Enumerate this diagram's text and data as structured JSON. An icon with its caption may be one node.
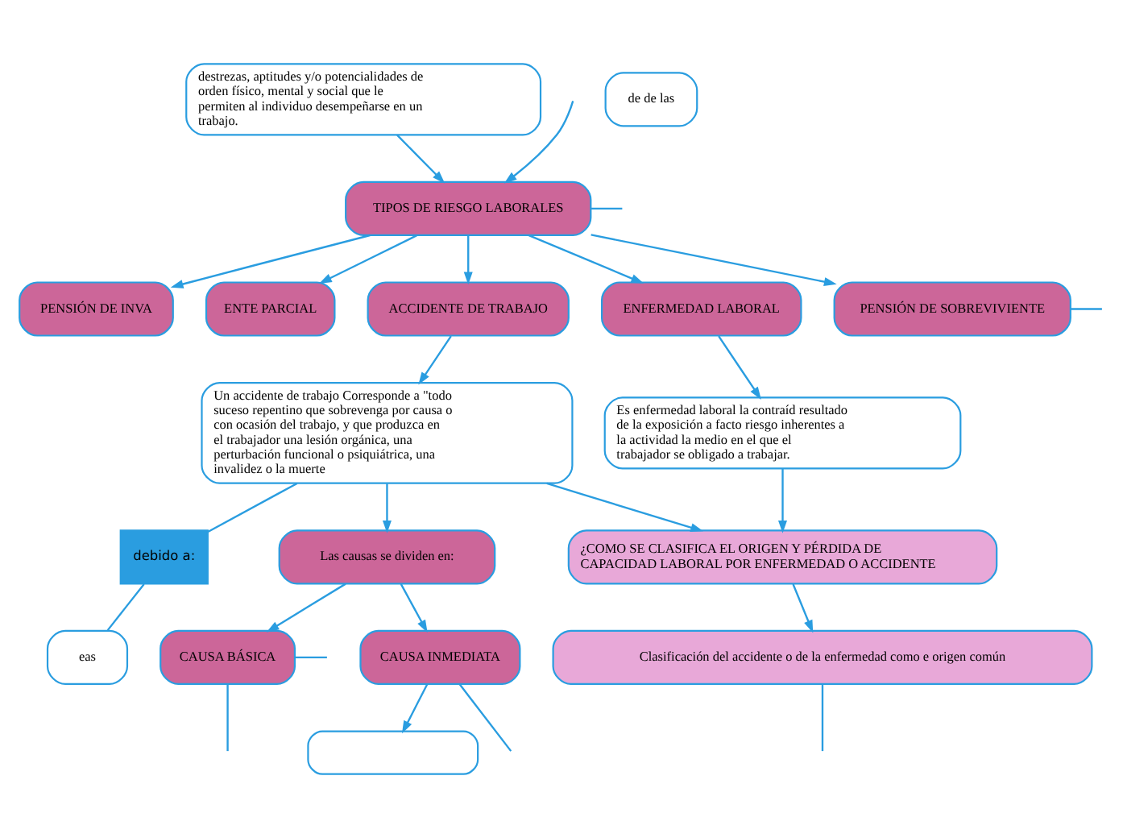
{
  "diagram": {
    "nodes": [
      {
        "text": [
          "destrezas, aptitudes y/o potencialidades de orden físico, mental y social que le permiten al individuo desempeñarse en un trabajo."
        ]
      },
      {
        "text": [
          "TIPOS DE RIESGO LABORALES"
        ]
      },
      {
        "text": [
          "PENSIÓN DE INVA"
        ]
      },
      {
        "text": [
          "ENTE PARCIAL"
        ]
      },
      {
        "text": [
          "ACCIDENTE DE TRABAJO"
        ]
      },
      {
        "text": [
          "ENFERMEDAD LABORAL"
        ]
      },
      {
        "text": [
          "PENSIÓN DE SOBREVIVIENTE"
        ]
      },
      {
        "text": [
          "de de las"
        ]
      },
      {
        "text": [
          "Un accidente de trabajo Corresponde a \"todo suceso repentino que sobrevenga por causa o con ocasión del trabajo, y que produzca en el trabajador una lesión orgánica, una perturbación funcional o psiquiátrica, una invalidez o la muerte"
        ]
      },
      {
        "text": [
          "Es enfermedad laboral la contraíd resultado de la exposición a facto riesgo inherentes a la actividad la medio en el que el trabajador se obligado a trabajar."
        ]
      },
      {
        "text": [
          "debido a:"
        ]
      },
      {
        "text": [
          "eas"
        ]
      },
      {
        "text": [
          "Las causas se dividen en:"
        ]
      },
      {
        "text": [
          "¿COMO SE CLASIFICA EL ORIGEN Y PÉRDIDA DE CAPACIDAD LABORAL POR ENFERMEDAD O ACCIDENTE"
        ]
      },
      {
        "text": [
          "CAUSA BÁSICA"
        ]
      },
      {
        "text": [
          "CAUSA INMEDIATA"
        ]
      },
      {
        "text": [
          "Clasificación del accidente o de la enfermedad como e origen común"
        ]
      },
      {
        "text": [],
        "shape": "box"
      }
    ],
    "edges": [
      {
        "from": null,
        "to": 1,
        "arrow": "to"
      },
      {
        "from": 0,
        "to": 1,
        "arrow": "to"
      },
      {
        "from": 1,
        "to": null,
        "arrow": "none"
      },
      {
        "from": 1,
        "to": 2,
        "arrow": "to"
      },
      {
        "from": 1,
        "to": 3,
        "arrow": "to"
      },
      {
        "from": 1,
        "to": 4,
        "arrow": "to"
      },
      {
        "from": 1,
        "to": 5,
        "arrow": "to"
      },
      {
        "from": 1,
        "to": 6,
        "arrow": "to"
      },
      {
        "from": 6,
        "to": null,
        "arrow": "none"
      },
      {
        "from": 4,
        "to": 8,
        "arrow": "to"
      },
      {
        "from": 5,
        "to": 9,
        "arrow": "to"
      },
      {
        "from": 8,
        "to": 10,
        "arrow": "none"
      },
      {
        "from": 10,
        "to": 11,
        "arrow": "none"
      },
      {
        "from": 8,
        "to": 12,
        "arrow": "to"
      },
      {
        "from": 8,
        "to": 13,
        "arrow": "to"
      },
      {
        "from": 9,
        "to": 13,
        "arrow": "to"
      },
      {
        "from": 12,
        "to": 14,
        "arrow": "to"
      },
      {
        "from": 12,
        "to": 15,
        "arrow": "to"
      },
      {
        "from": 14,
        "to": null,
        "arrow": "none"
      },
      {
        "from": 14,
        "to": null,
        "arrow": "none"
      },
      {
        "from": 13,
        "to": 16,
        "arrow": "to"
      },
      {
        "from": 16,
        "to": null,
        "arrow": "none"
      },
      {
        "from": 15,
        "to": 17,
        "arrow": "to"
      },
      {
        "from": 15,
        "to": null,
        "arrow": "none"
      }
    ]
  }
}
